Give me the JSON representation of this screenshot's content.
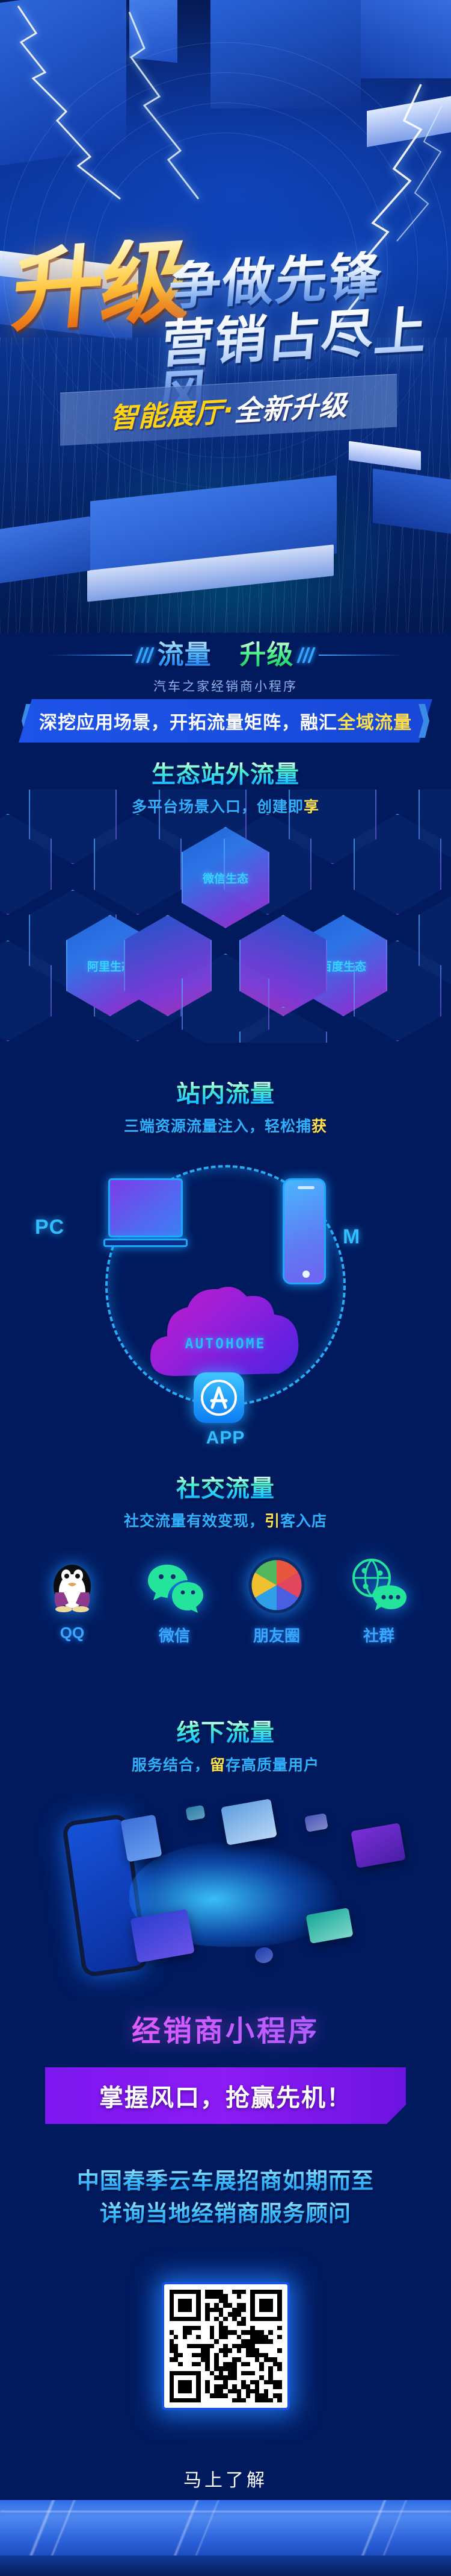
{
  "page": {
    "background_color": "#011a5e",
    "accent_blue": "#2fb0ff",
    "accent_green": "#09c964",
    "accent_gold": "#ffd314",
    "accent_purple": "#8c1bf5"
  },
  "hero": {
    "title_gold": "升级",
    "title_line1": "争做先锋",
    "title_line2": "营销占尽上风",
    "banner_gold": "智能展厅",
    "banner_dot": "·",
    "banner_white": "全新升级"
  },
  "section_header": {
    "title_blue": "流量",
    "title_green": "升级",
    "subtitle": "汽车之家经销商小程序"
  },
  "ribbon": {
    "text_plain": "深挖应用场景，开拓流量矩阵，融汇",
    "text_highlight": "全域流量"
  },
  "blocks": [
    {
      "id": "ecosystem-off-site",
      "title": "生态站外流量",
      "sub_plain": "多平台场景入口，创建即",
      "sub_highlight": "享",
      "hexes": [
        {
          "label": "微信生态",
          "position": "top-center"
        },
        {
          "label": "阿里生态",
          "position": "bottom-left"
        },
        {
          "label": "百度生态",
          "position": "bottom-right"
        }
      ]
    },
    {
      "id": "on-site-traffic",
      "title": "站内流量",
      "sub_plain": "三端资源流量注入，轻松捕",
      "sub_highlight": "获",
      "devices": {
        "pc_label": "PC",
        "m_label": "M",
        "app_label": "APP",
        "cloud_label": "AUTOHOME"
      }
    },
    {
      "id": "social-traffic",
      "title": "社交流量",
      "sub_plain": "社交流量有效变现，",
      "sub_highlight": "引",
      "sub_tail": "客入店",
      "channels": [
        {
          "label": "QQ",
          "icon": "qq-penguin-icon"
        },
        {
          "label": "微信",
          "icon": "wechat-icon"
        },
        {
          "label": "朋友圈",
          "icon": "moments-icon"
        },
        {
          "label": "社群",
          "icon": "community-icon"
        }
      ]
    },
    {
      "id": "offline-traffic",
      "title": "线下流量",
      "sub_plain": "服务结合，",
      "sub_highlight": "留",
      "sub_tail": "存高质量用户"
    }
  ],
  "cta": {
    "title": "经销商小程序",
    "button_label": "掌握风口，抢赢先机！",
    "line1": "中国春季云车展招商如期而至",
    "line2": "详询当地经销商服务顾问",
    "qr_caption": "马上了解"
  }
}
